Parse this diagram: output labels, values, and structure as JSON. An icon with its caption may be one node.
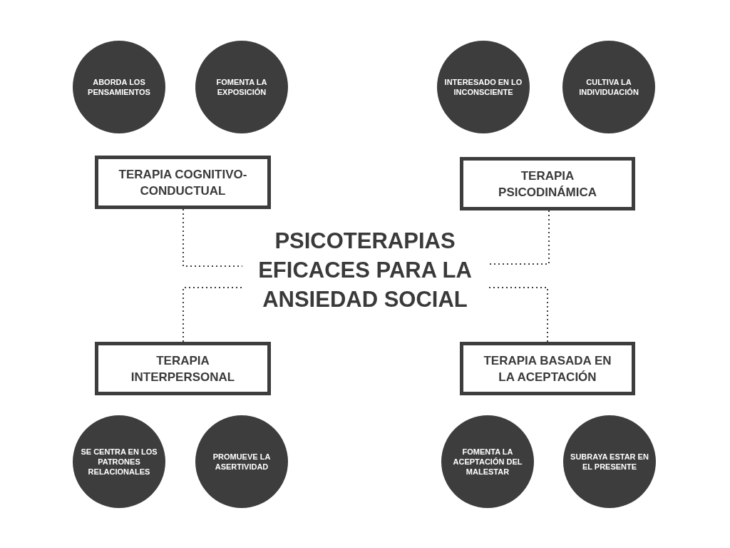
{
  "diagram": {
    "nodes": [
      {
        "text": [
          "PSICOTERAPIAS EFICACES PARA LA ANSIEDAD SOCIAL"
        ]
      },
      {
        "text": [
          "TERAPIA COGNITIVO-CONDUCTUAL"
        ]
      },
      {
        "text": [
          "TERAPIA PSICODINÁMICA"
        ]
      },
      {
        "text": [
          "TERAPIA INTERPERSONAL"
        ]
      },
      {
        "text": [
          "TERAPIA BASADA EN LA ACEPTACIÓN"
        ]
      },
      {
        "text": [
          "ABORDA LOS PENSAMIENTOS"
        ]
      },
      {
        "text": [
          "FOMENTA LA EXPOSICIÓN"
        ]
      },
      {
        "text": [
          "INTERESADO EN LO INCONSCIENTE"
        ]
      },
      {
        "text": [
          "CULTIVA LA INDIVIDUACIÓN"
        ]
      },
      {
        "text": [
          "SE CENTRA EN LOS PATRONES RELACIONALES"
        ]
      },
      {
        "text": [
          "PROMUEVE LA ASERTIVIDAD"
        ]
      },
      {
        "text": [
          "FOMENTA LA ACEPTACIÓN DEL MALESTAR"
        ]
      },
      {
        "text": [
          "SUBRAYA ESTAR EN EL PRESENTE"
        ]
      }
    ],
    "edges": [
      {
        "from": 1,
        "to": 0,
        "arrow": "none",
        "style": "dashed"
      },
      {
        "from": 2,
        "to": 0,
        "arrow": "none",
        "style": "dashed"
      },
      {
        "from": 3,
        "to": 0,
        "arrow": "none",
        "style": "dashed"
      },
      {
        "from": 4,
        "to": 0,
        "arrow": "none",
        "style": "dashed"
      }
    ]
  }
}
